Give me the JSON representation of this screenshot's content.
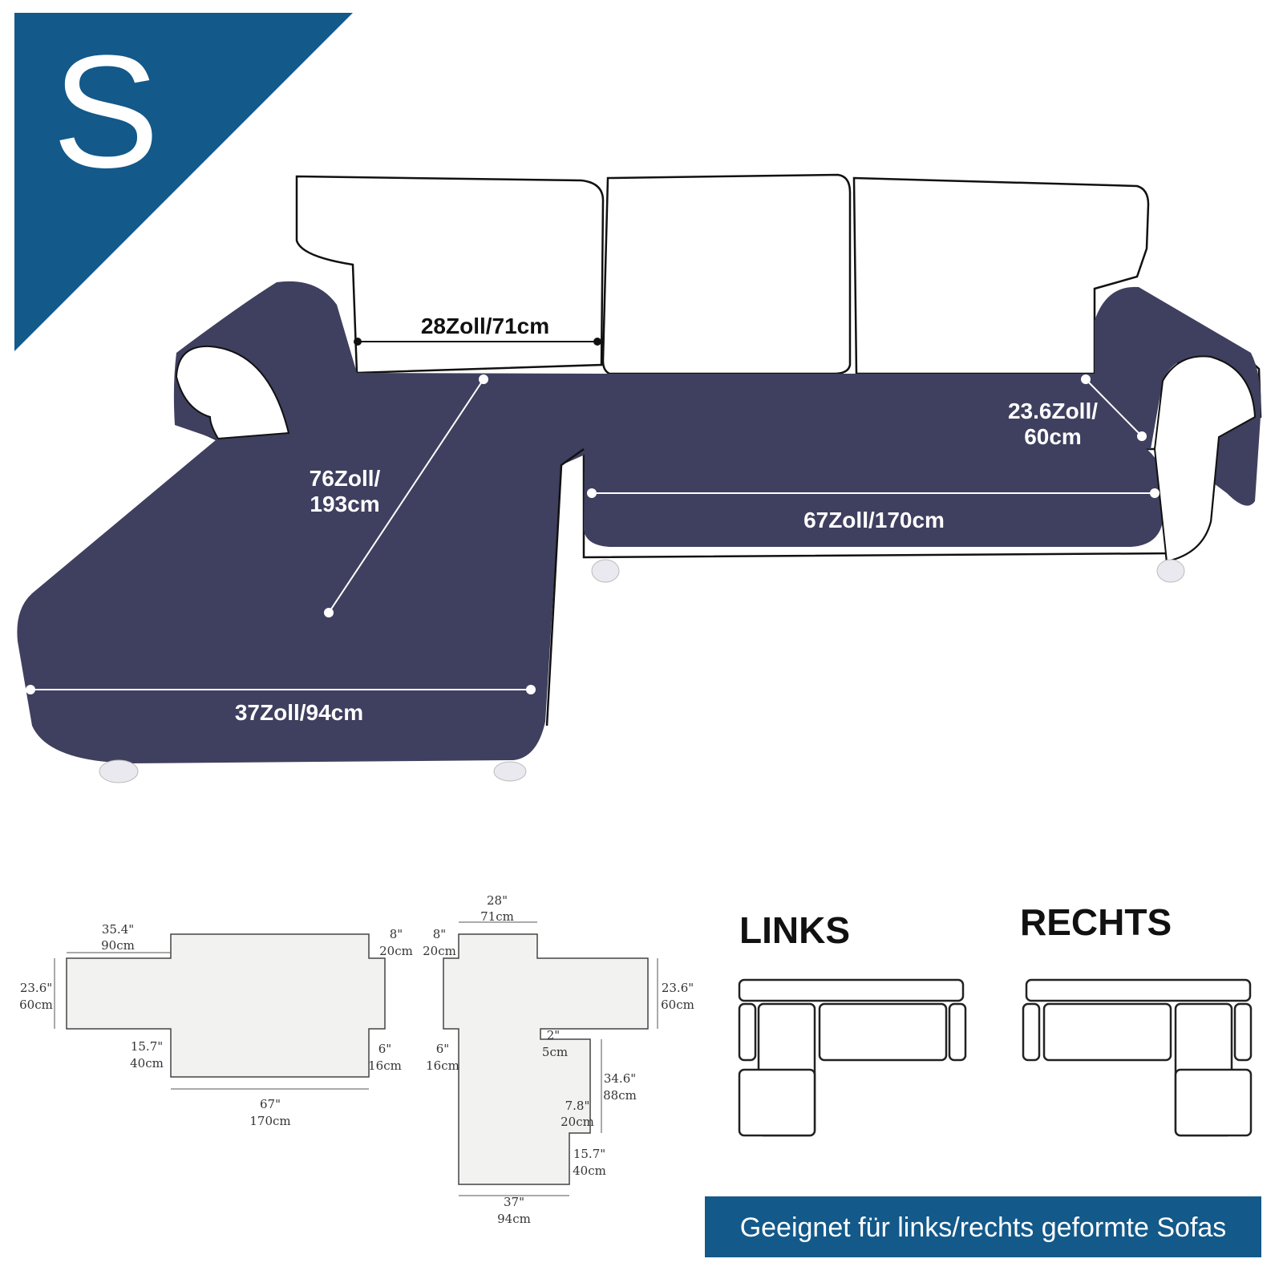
{
  "size_badge": {
    "letter": "S",
    "color": "#13598a"
  },
  "colors": {
    "cover": "#3f3f5f",
    "outline": "#111111",
    "banner": "#13598a",
    "pattern_fill": "#f2f2f0"
  },
  "main_dimensions": {
    "back_width": "28Zoll/71cm",
    "chaise_length_line1": "76Zoll/",
    "chaise_length_line2": "193cm",
    "arm_depth_line1": "23.6Zoll/",
    "arm_depth_line2": "60cm",
    "seat_width": "67Zoll/170cm",
    "chaise_width": "37Zoll/94cm"
  },
  "pattern_left": {
    "top_left_w": [
      "35.4\"",
      "90cm"
    ],
    "right_tab": [
      "8\"",
      "20cm"
    ],
    "height": [
      "23.6\"",
      "60cm"
    ],
    "lower_left": [
      "15.7\"",
      "40cm"
    ],
    "lower_right": [
      "6\"",
      "16cm"
    ],
    "bottom": [
      "67\"",
      "170cm"
    ]
  },
  "pattern_right": {
    "top": [
      "28\"",
      "71cm"
    ],
    "left_tab": [
      "8\"",
      "20cm"
    ],
    "height": [
      "23.6\"",
      "60cm"
    ],
    "left_lower": [
      "6\"",
      "16cm"
    ],
    "notch": [
      "2\"",
      "5cm"
    ],
    "long": [
      "34.6\"",
      "88cm"
    ],
    "step": [
      "7.8\"",
      "20cm"
    ],
    "step_low": [
      "15.7\"",
      "40cm"
    ],
    "bottom": [
      "37\"",
      "94cm"
    ]
  },
  "orientation": {
    "left_label": "LINKS",
    "right_label": "RECHTS"
  },
  "banner": {
    "text": "Geeignet für links/rechts geformte Sofas"
  }
}
